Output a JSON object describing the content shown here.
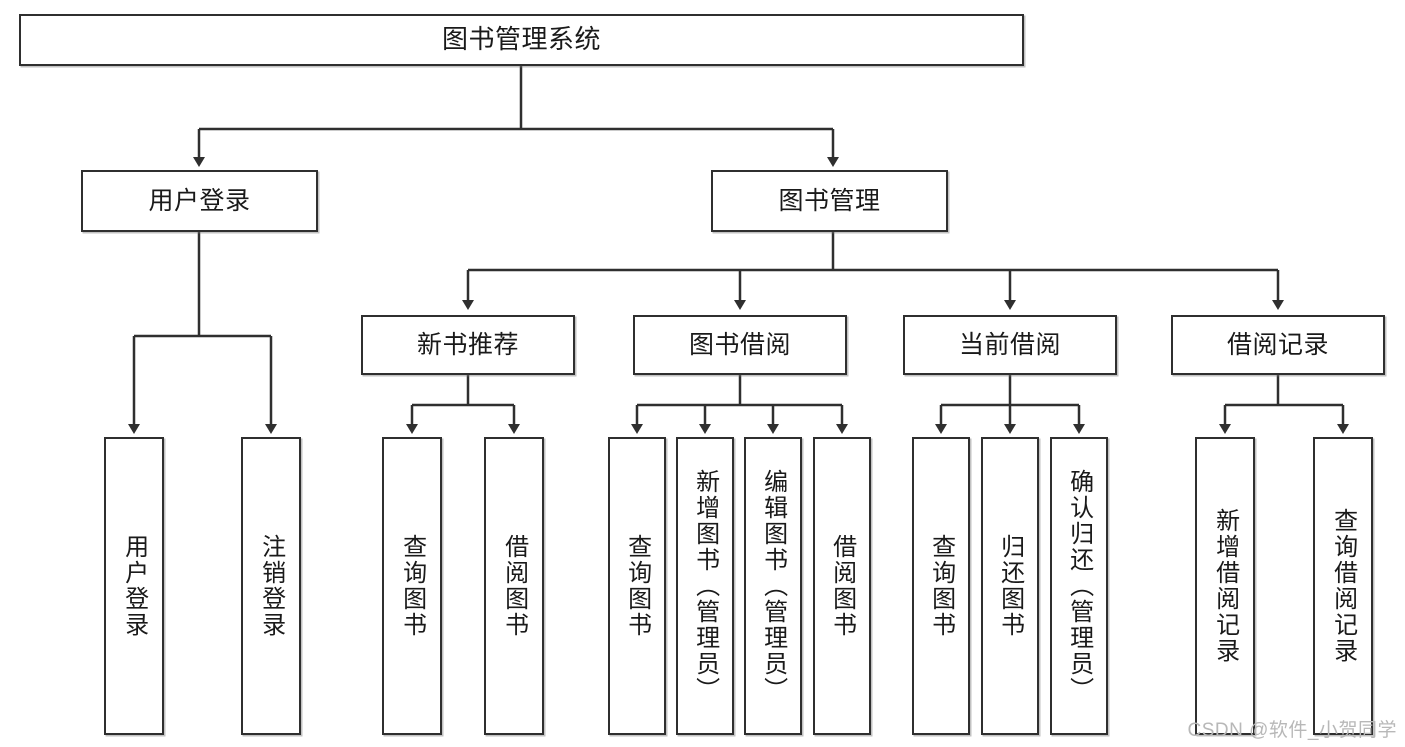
{
  "diagram": {
    "title": "图书管理系统",
    "type": "tree",
    "root": {
      "label": "图书管理系统"
    },
    "level1": [
      {
        "label": "用户登录"
      },
      {
        "label": "图书管理"
      }
    ],
    "level2": [
      {
        "label": "新书推荐"
      },
      {
        "label": "图书借阅"
      },
      {
        "label": "当前借阅"
      },
      {
        "label": "借阅记录"
      }
    ],
    "leaves": {
      "user_login": [
        {
          "label": "用户登录"
        },
        {
          "label": "注销登录"
        }
      ],
      "new_book_recommend": [
        {
          "label": "查询图书"
        },
        {
          "label": "借阅图书"
        }
      ],
      "book_borrow": [
        {
          "label": "查询图书"
        },
        {
          "label": "新增图书（管理员）"
        },
        {
          "label": "编辑图书（管理员）"
        },
        {
          "label": "借阅图书"
        }
      ],
      "current_borrow": [
        {
          "label": "查询图书"
        },
        {
          "label": "归还图书"
        },
        {
          "label": "确认归还（管理员）"
        }
      ],
      "borrow_record": [
        {
          "label": "新增借阅记录"
        },
        {
          "label": "查询借阅记录"
        }
      ]
    }
  },
  "watermark": {
    "text": "CSDN @软件_小贺同学"
  },
  "colors": {
    "stroke": "#2f2f2f",
    "fill": "#ffffff",
    "text": "#1a1a1a",
    "watermark": "#b8b8b8"
  }
}
